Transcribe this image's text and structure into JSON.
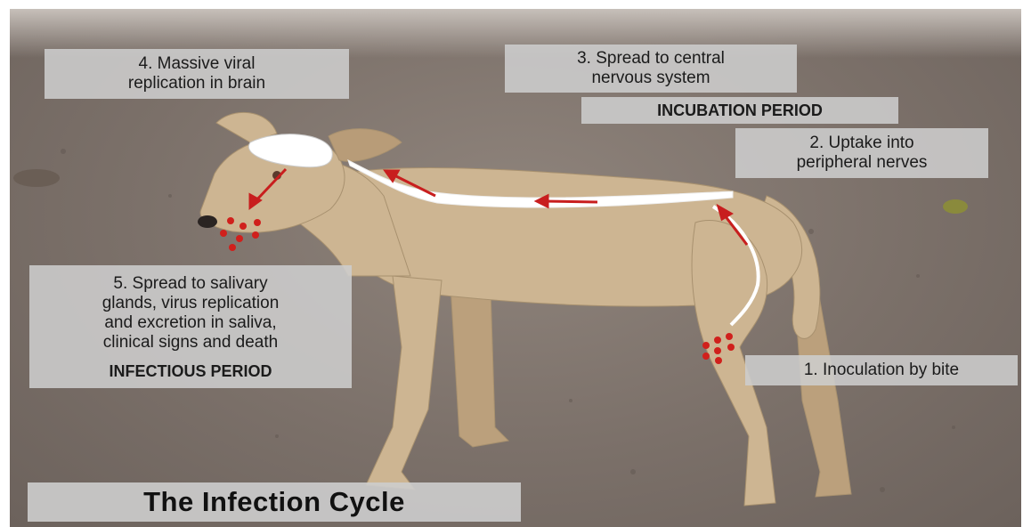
{
  "title": "The Infection Cycle",
  "stages": {
    "s1": {
      "lines": [
        "1. Inoculation by bite"
      ]
    },
    "s2": {
      "lines": [
        "2. Uptake into",
        "peripheral nerves"
      ]
    },
    "s3": {
      "lines": [
        "3. Spread to central",
        "nervous system"
      ]
    },
    "s4": {
      "lines": [
        "4. Massive viral",
        "replication in brain"
      ]
    },
    "s5": {
      "lines": [
        "5. Spread to salivary",
        "glands, virus replication",
        "and excretion in saliva,",
        "clinical signs and death"
      ]
    }
  },
  "periods": {
    "incubation": "INCUBATION PERIOD",
    "infectious": "INFECTIOUS PERIOD"
  },
  "colors": {
    "arrow": "#c81e1e",
    "nerve_path": "#ffffff",
    "dog_fur": "#cdb592",
    "ground": "#7e736b"
  }
}
